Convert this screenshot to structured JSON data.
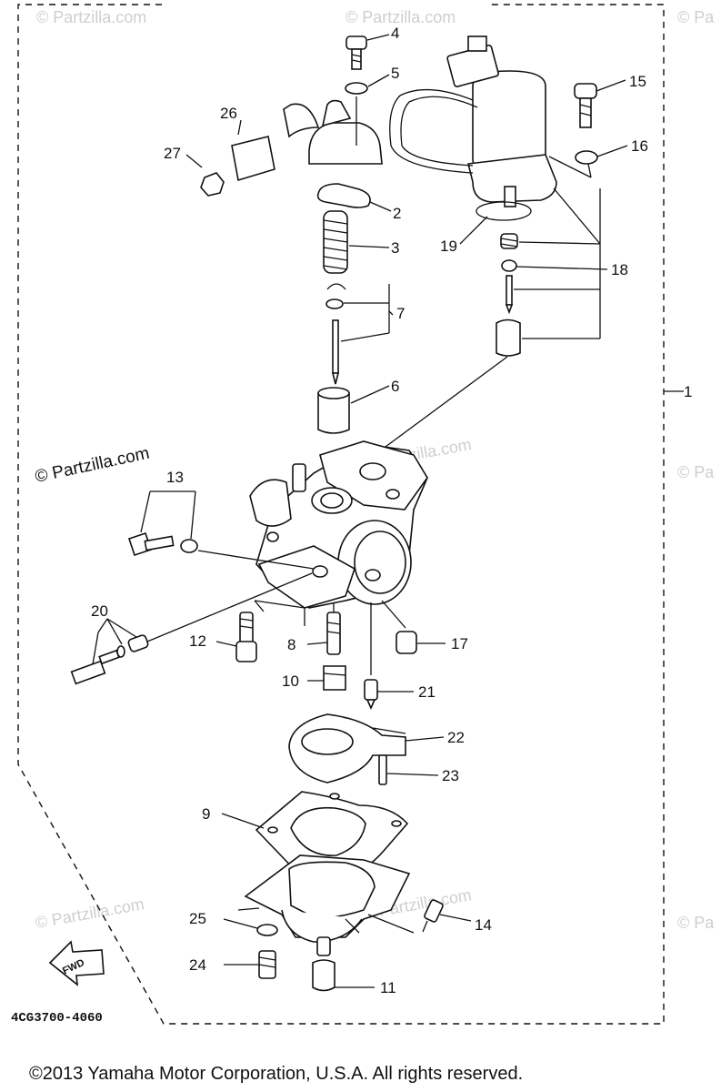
{
  "watermark": {
    "brand": "© Partzilla.com",
    "brand_partial": "© Pa",
    "brand_dark": "© Partzilla.com"
  },
  "part_numbers": [
    "1",
    "2",
    "3",
    "4",
    "5",
    "6",
    "7",
    "8",
    "9",
    "10",
    "11",
    "12",
    "13",
    "14",
    "15",
    "16",
    "17",
    "18",
    "19",
    "20",
    "21",
    "22",
    "23",
    "24",
    "25",
    "26",
    "27"
  ],
  "fwd_label": "FWD",
  "diagram_code": "4CG3700-4060",
  "copyright": "©2013 Yamaha Motor Corporation, U.S.A. All rights reserved."
}
